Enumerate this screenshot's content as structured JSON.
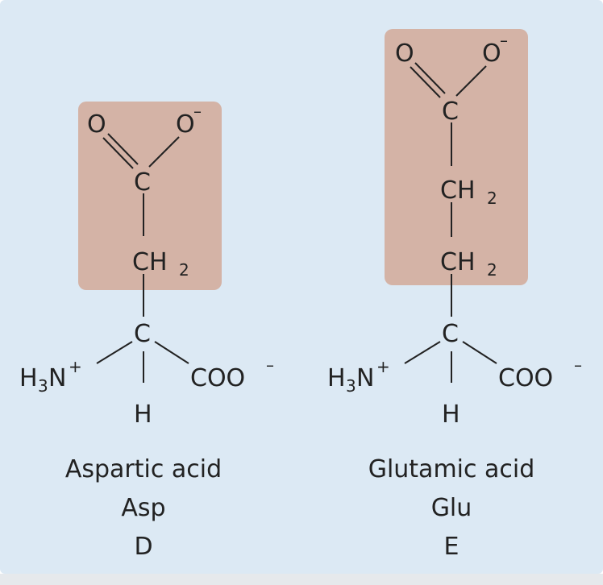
{
  "colors": {
    "panel_background": "#dce9f4",
    "side_chain_highlight": "#d4b3a6"
  },
  "molecules": [
    {
      "name": "Aspartic acid",
      "abbrev3": "Asp",
      "abbrev1": "D",
      "atoms": {
        "carboxyl_o": "O",
        "carboxyl_o_minus": "O",
        "carboxyl_c": "C",
        "side_ch": "CH",
        "alpha_c": "C",
        "amino_h": "H",
        "amino_n": "N",
        "acid_group": "COO",
        "alpha_h": "H"
      }
    },
    {
      "name": "Glutamic acid",
      "abbrev3": "Glu",
      "abbrev1": "E",
      "atoms": {
        "carboxyl_o": "O",
        "carboxyl_o_minus": "O",
        "carboxyl_c": "C",
        "side_ch1": "CH",
        "side_ch2": "CH",
        "alpha_c": "C",
        "amino_h": "H",
        "amino_n": "N",
        "acid_group": "COO",
        "alpha_h": "H"
      }
    }
  ],
  "symbols": {
    "sub2": "2",
    "sub3": "3",
    "plus": "+",
    "minus": "–"
  }
}
